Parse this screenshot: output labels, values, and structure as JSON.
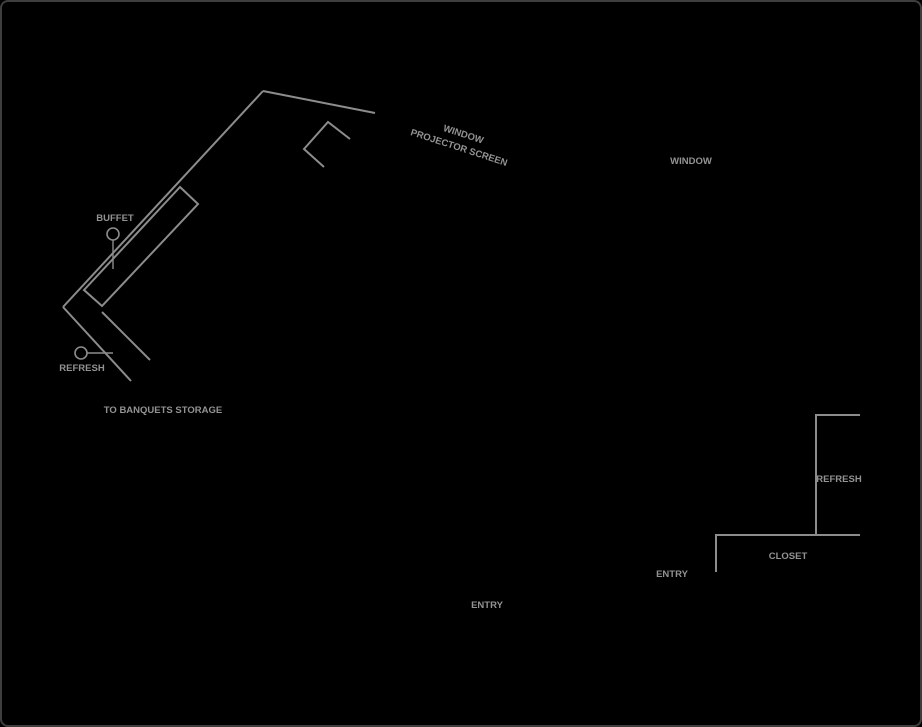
{
  "floor_plan": {
    "colors": {
      "background": "#000000",
      "frame": "#3e3e3e",
      "line": "#8c8c8c",
      "label": "#939393"
    },
    "labels": {
      "buffet": "BUFFET",
      "refresh_west": "REFRESH",
      "to_banquets_storage": "TO BANQUETS STORAGE",
      "window_projector_line1": "WINDOW",
      "window_projector_line2": "PROJECTOR SCREEN",
      "window_north": "WINDOW",
      "refresh_east": "REFRESH",
      "closet": "CLOSET",
      "entry_east": "ENTRY",
      "entry_south": "ENTRY"
    }
  }
}
